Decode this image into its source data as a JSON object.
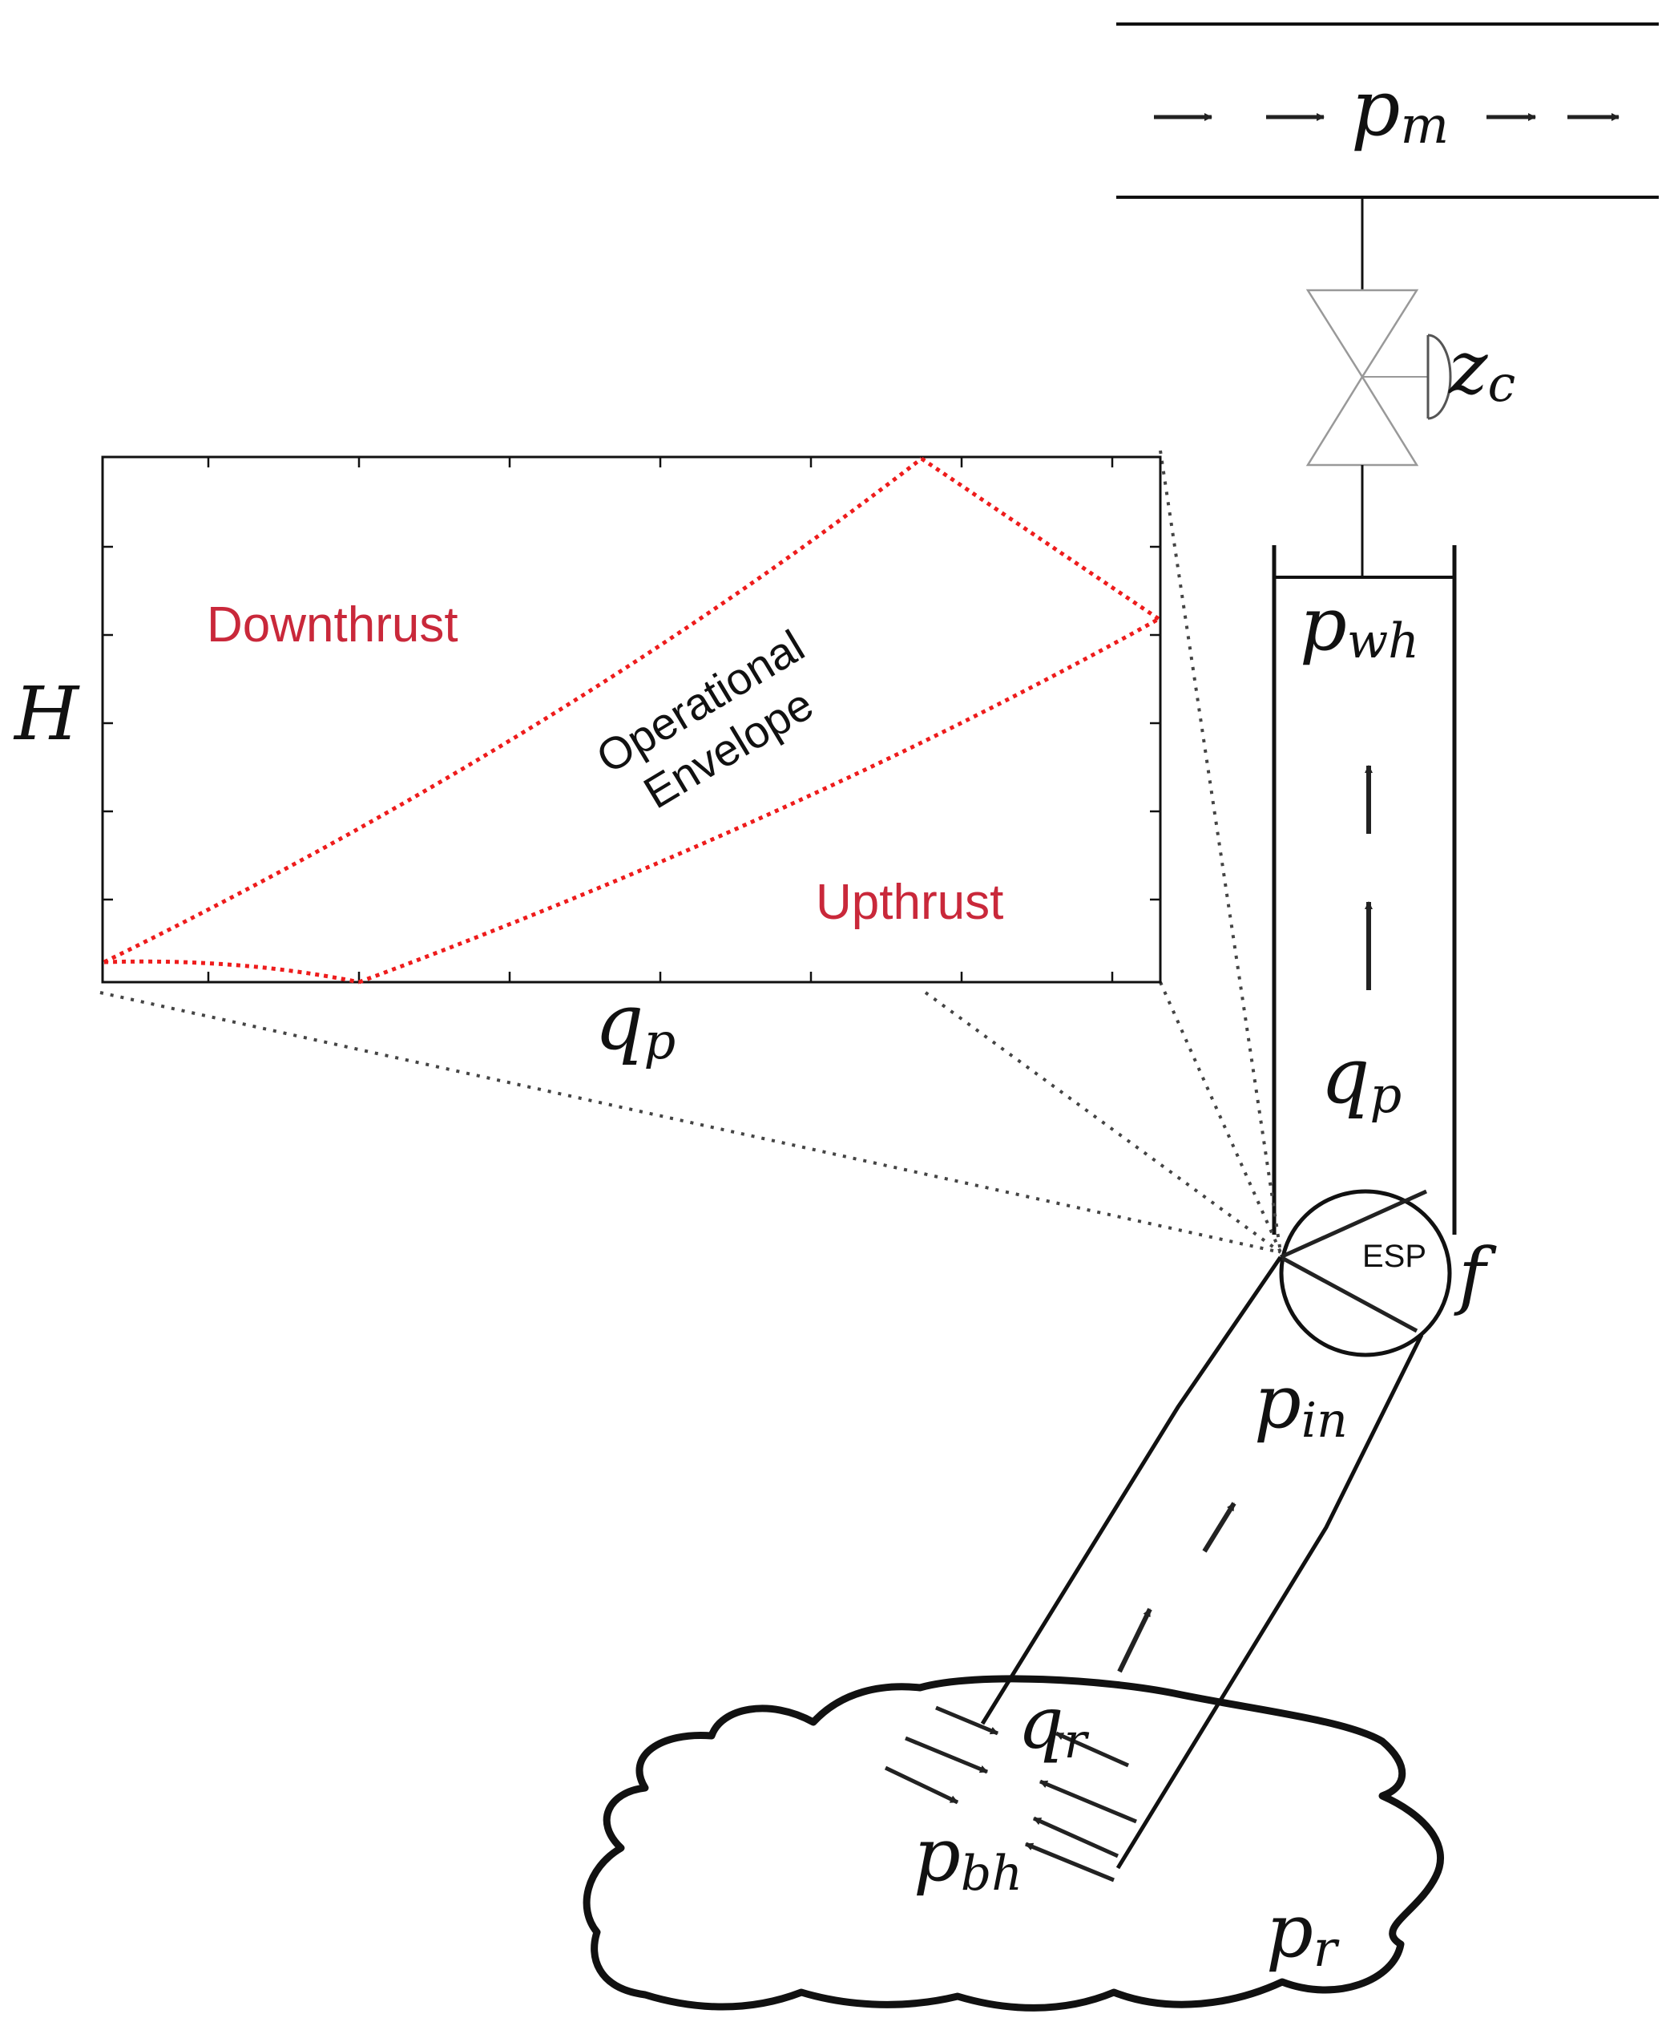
{
  "colors": {
    "ink": "#111111",
    "envelope": "#ee1c1c",
    "region_label": "#c9283a",
    "valve": "#999999"
  },
  "manifold": {
    "label_base": "p",
    "label_sub": "m"
  },
  "valve": {
    "label_base": "z",
    "label_sub": "c"
  },
  "wellhead": {
    "label_base": "p",
    "label_sub": "wh"
  },
  "tubing_flow": {
    "label_base": "q",
    "label_sub": "p"
  },
  "pump": {
    "label": "ESP",
    "frequency_label": "f"
  },
  "intake": {
    "label_base": "p",
    "label_sub": "in"
  },
  "reservoir_inflow": {
    "label_base": "q",
    "label_sub": "r"
  },
  "bottomhole": {
    "label_base": "p",
    "label_sub": "bh"
  },
  "reservoir": {
    "label_base": "p",
    "label_sub": "r"
  },
  "inset_chart": {
    "ylabel": "H",
    "xlabel_base": "q",
    "xlabel_sub": "p",
    "region_top": "Downthrust",
    "region_bottom": "Upthrust",
    "envelope_line1": "Operational",
    "envelope_line2": "Envelope"
  }
}
